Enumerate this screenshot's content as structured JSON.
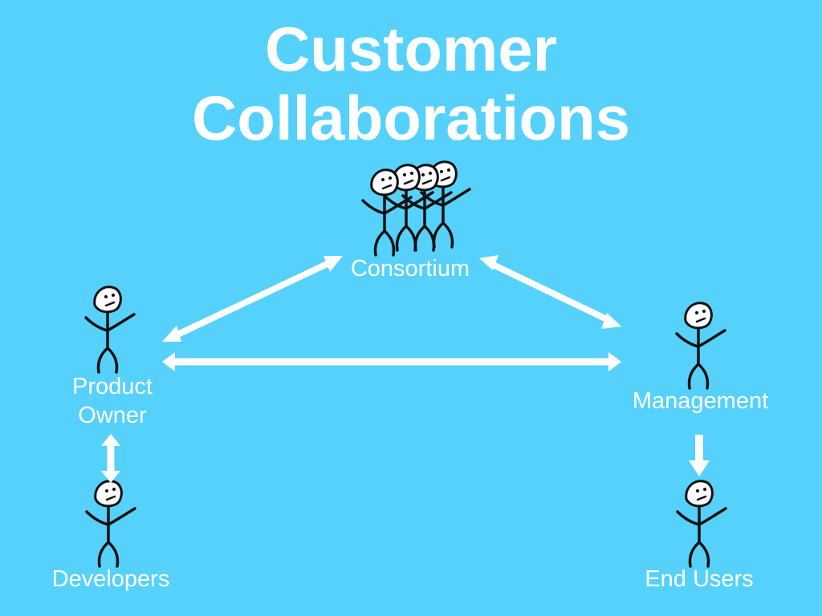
{
  "title": {
    "line1": "Customer",
    "line2": "Collaborations"
  },
  "nodes": {
    "consortium": {
      "label": "Consortium",
      "figures": 4
    },
    "product_owner": {
      "label_line1": "Product",
      "label_line2": "Owner"
    },
    "management": {
      "label": "Management"
    },
    "developers": {
      "label": "Developers"
    },
    "end_users": {
      "label": "End Users"
    }
  },
  "connections": [
    {
      "from": "Product Owner",
      "to": "Consortium",
      "direction": "both"
    },
    {
      "from": "Consortium",
      "to": "Management",
      "direction": "both"
    },
    {
      "from": "Product Owner",
      "to": "Management",
      "direction": "both"
    },
    {
      "from": "Product Owner",
      "to": "Developers",
      "direction": "both"
    },
    {
      "from": "Management",
      "to": "End Users",
      "direction": "one-way"
    }
  ],
  "colors": {
    "background": "#55d1fc",
    "text": "#ffffff",
    "arrows": "#ffffff",
    "figures": "#111111"
  }
}
